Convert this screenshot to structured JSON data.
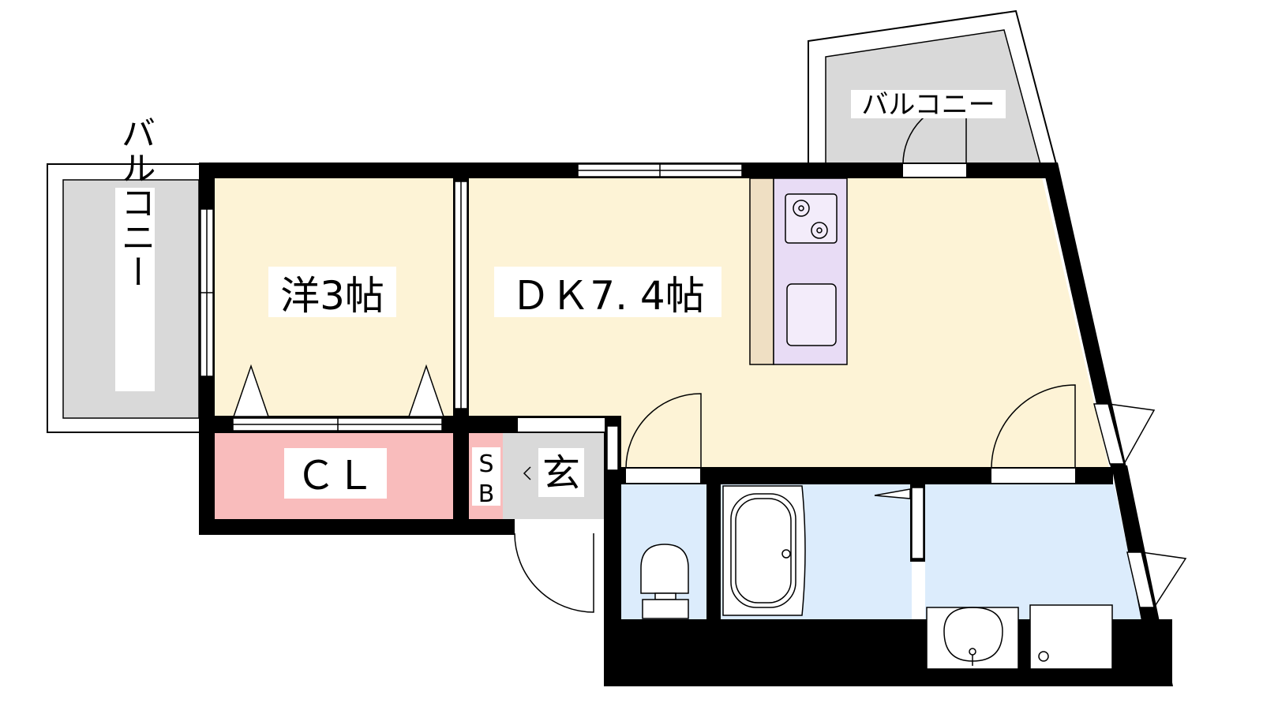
{
  "rooms": {
    "western_room": {
      "label": "洋3帖",
      "fill": "#fdf3d6"
    },
    "dining_kitchen": {
      "label": "ＤＫ7. 4帖",
      "fill": "#fdf3d6"
    },
    "closet": {
      "label": "ＣＬ",
      "fill": "#f9bcbc"
    },
    "shoe_box_top": {
      "label": "S",
      "fill": "#f9bcbc"
    },
    "shoe_box_bottom": {
      "label": "B"
    },
    "entrance": {
      "label": "玄",
      "fill": "#d9d9d9"
    },
    "toilet": {
      "fill": "#dcecfc"
    },
    "bathroom": {
      "fill": "#dcecfc"
    },
    "washroom": {
      "fill": "#dcecfc"
    }
  },
  "balconies": {
    "west": {
      "label": "バルコニー",
      "fill": "#d9d9d9"
    },
    "north_east": {
      "label": "バルコニー",
      "fill": "#d9d9d9"
    }
  },
  "fixtures": {
    "kitchen_counter": {
      "fill": "#e8dcf5"
    },
    "kitchen_side": {
      "fill": "#efdfc3"
    }
  },
  "colors": {
    "wall": "#000000",
    "line": "#000000"
  }
}
